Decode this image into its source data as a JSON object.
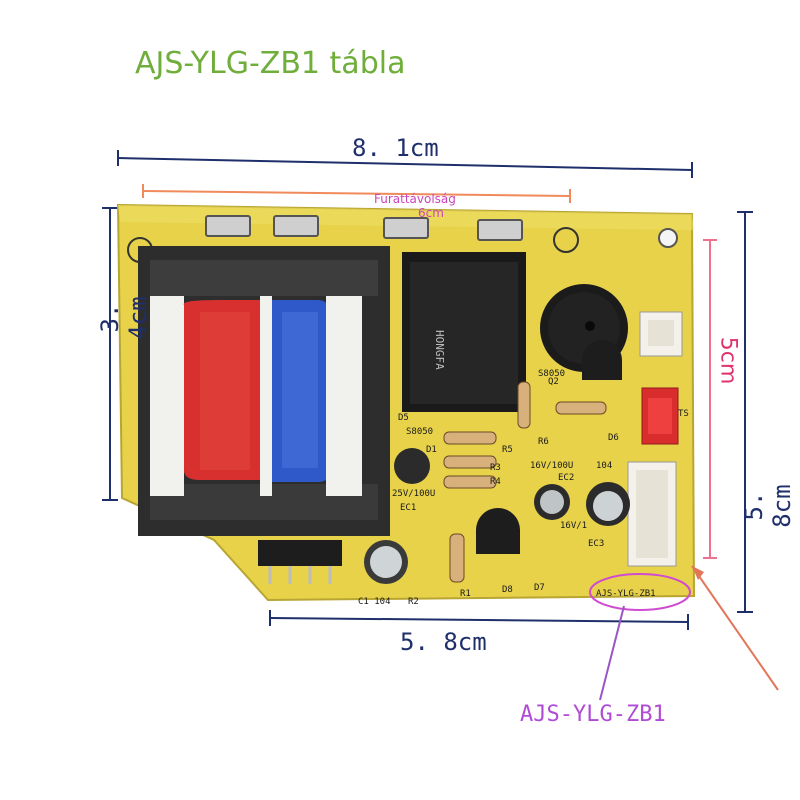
{
  "title": "AJS-YLG-ZB1 tábla",
  "dimensions": {
    "width_top": "8. 1cm",
    "width_bottom": "5. 8cm",
    "height_left": "3. 4cm",
    "height_right": "5. 8cm",
    "height_mid": "5cm"
  },
  "hole_spacing": {
    "line1": "Furattávolság",
    "line2": "6cm"
  },
  "model_callout": "AJS-YLG-ZB1",
  "silkscreen": {
    "model": "AJS-YLG-ZB1",
    "relay_brand": "HONGFA",
    "c1": "C1 104",
    "r2": "R2",
    "r1": "R1",
    "d8": "D8",
    "d7": "D7",
    "ec3": "EC3",
    "ec1": "EC1",
    "d5": "D5",
    "d1": "D1",
    "r5": "R5",
    "r3": "R3",
    "r4": "R4",
    "r6": "R6",
    "d6": "D6",
    "s8050a": "S8050",
    "s8050b": "S8050",
    "ec2": "EC2",
    "cap_a": "16V/100U",
    "cap_b": "16V/1",
    "cap_c": "25V/100U",
    "t_104": "104",
    "q2": "Q2",
    "ts": "TS"
  },
  "colors": {
    "board": "#e7d24a",
    "transformer_red": "#d8302f",
    "transformer_blue": "#2f59c9",
    "dimension_line": "#1f2f6b",
    "accent_magenta": "#d04bd0"
  }
}
